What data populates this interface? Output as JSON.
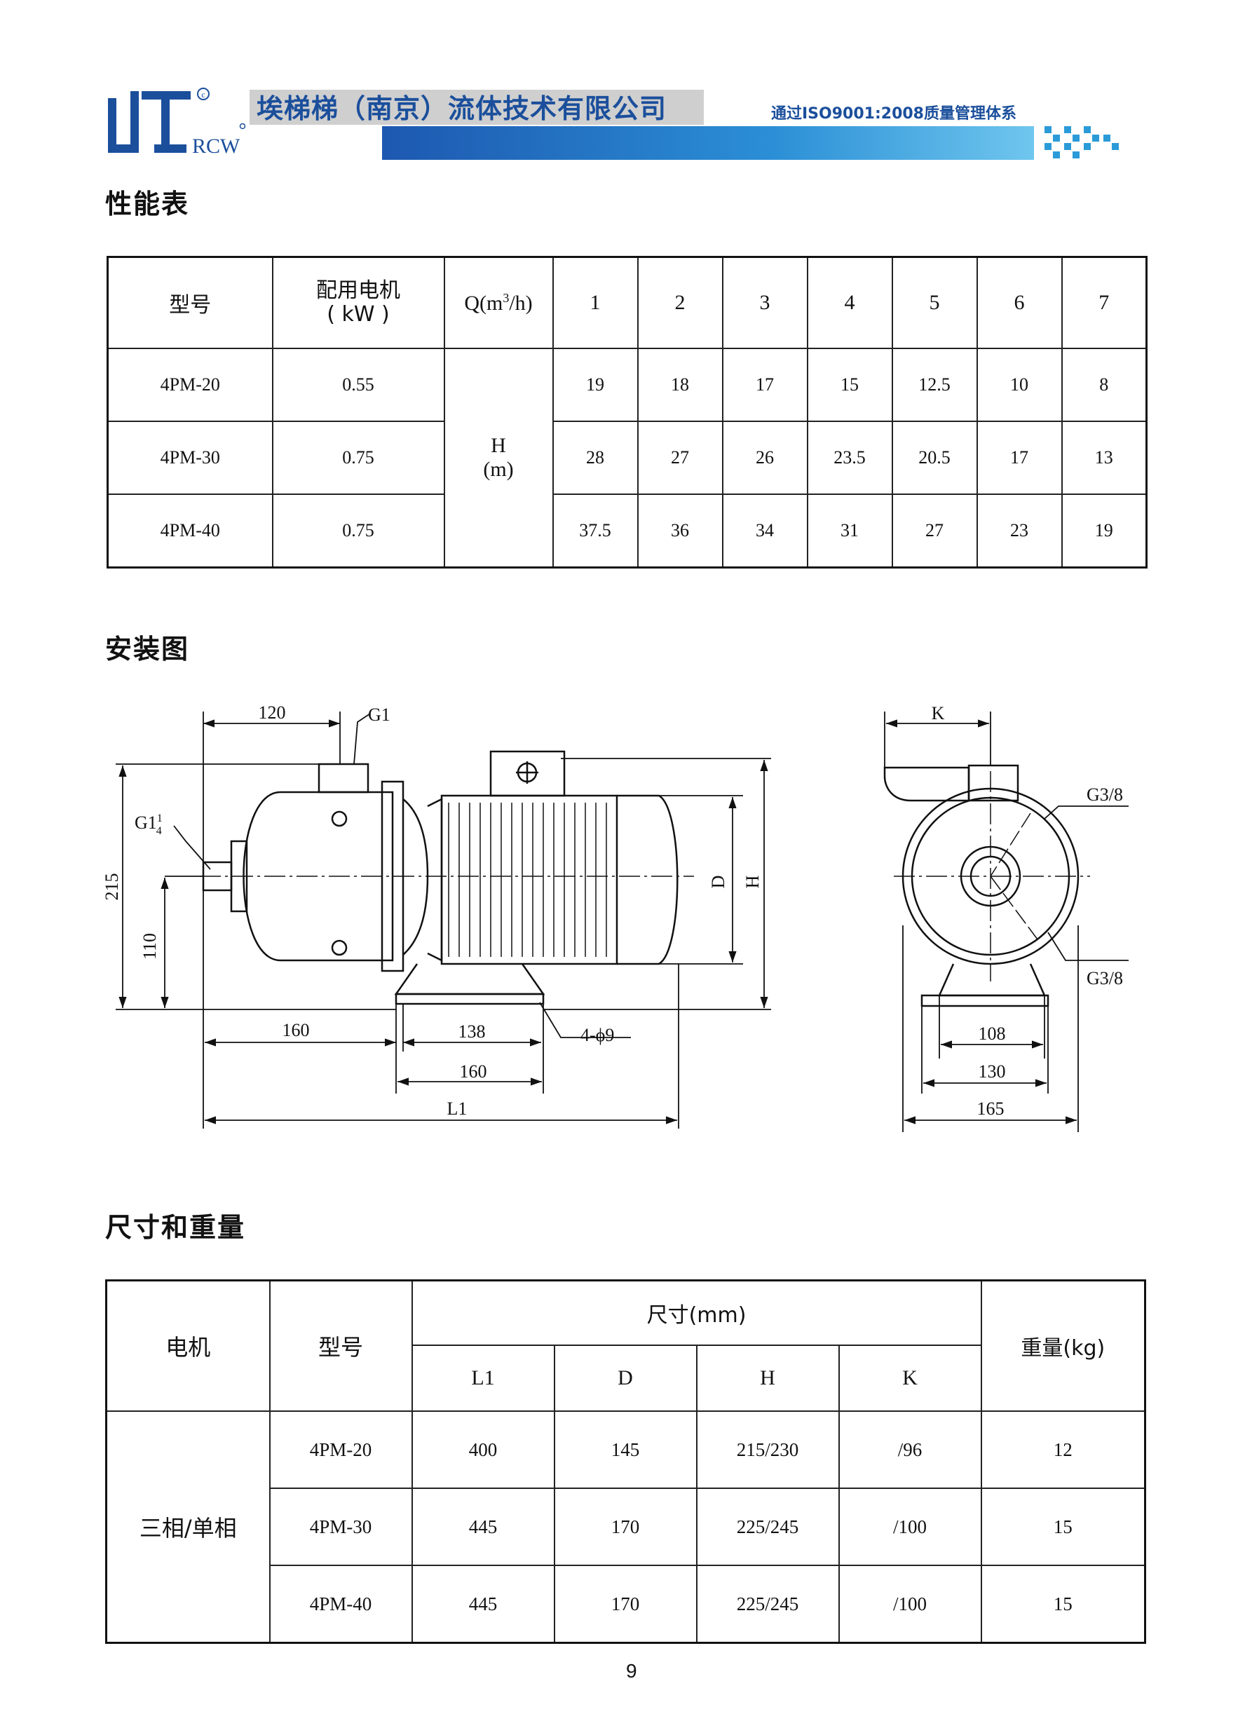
{
  "header": {
    "logo_text": "RCW",
    "company_name": "埃梯梯（南京）流体技术有限公司",
    "certification": "通过ISO9001:2008质量管理体系"
  },
  "colors": {
    "brand_blue": "#1b4f9c",
    "bar_light": "#6fc6ee"
  },
  "sections": {
    "performance": "性能表",
    "installation": "安装图",
    "dimensions": "尺寸和重量"
  },
  "performance_table": {
    "col_model": "型号",
    "col_motor_line1": "配用电机",
    "col_motor_line2": "( kW )",
    "col_flow_prefix": "Q(m",
    "col_flow_sup": "3",
    "col_flow_suffix": "/h)",
    "flows": [
      "1",
      "2",
      "3",
      "4",
      "5",
      "6",
      "7"
    ],
    "head_label_line1": "H",
    "head_label_line2": "(m)",
    "rows": [
      {
        "model": "4PM-20",
        "motor": "0.55",
        "heads": [
          "19",
          "18",
          "17",
          "15",
          "12.5",
          "10",
          "8"
        ]
      },
      {
        "model": "4PM-30",
        "motor": "0.75",
        "heads": [
          "28",
          "27",
          "26",
          "23.5",
          "20.5",
          "17",
          "13"
        ]
      },
      {
        "model": "4PM-40",
        "motor": "0.75",
        "heads": [
          "37.5",
          "36",
          "34",
          "31",
          "27",
          "23",
          "19"
        ]
      }
    ]
  },
  "drawing": {
    "labels": {
      "dim_120": "120",
      "g1": "G1",
      "g1_quarter_prefix": "G1",
      "g1_quarter_num": "1",
      "g1_quarter_den": "4",
      "dim_215": "215",
      "dim_110": "110",
      "dim_160_left": "160",
      "dim_138": "138",
      "holes": "4-ϕ9",
      "dim_160_bottom": "160",
      "l1": "L1",
      "d": "D",
      "h": "H",
      "k": "K",
      "g38_top": "G3/8",
      "g38_bottom": "G3/8",
      "dim_108": "108",
      "dim_130": "130",
      "dim_165": "165"
    }
  },
  "dimension_table": {
    "col_motor": "电机",
    "col_model": "型号",
    "col_size": "尺寸(mm)",
    "col_weight": "重量(kg)",
    "sub_cols": [
      "L1",
      "D",
      "H",
      "K"
    ],
    "motor_type": "三相/单相",
    "rows": [
      {
        "model": "4PM-20",
        "l1": "400",
        "d": "145",
        "h": "215/230",
        "k": "/96",
        "weight": "12"
      },
      {
        "model": "4PM-30",
        "l1": "445",
        "d": "170",
        "h": "225/245",
        "k": "/100",
        "weight": "15"
      },
      {
        "model": "4PM-40",
        "l1": "445",
        "d": "170",
        "h": "225/245",
        "k": "/100",
        "weight": "15"
      }
    ]
  },
  "page_number": "9"
}
